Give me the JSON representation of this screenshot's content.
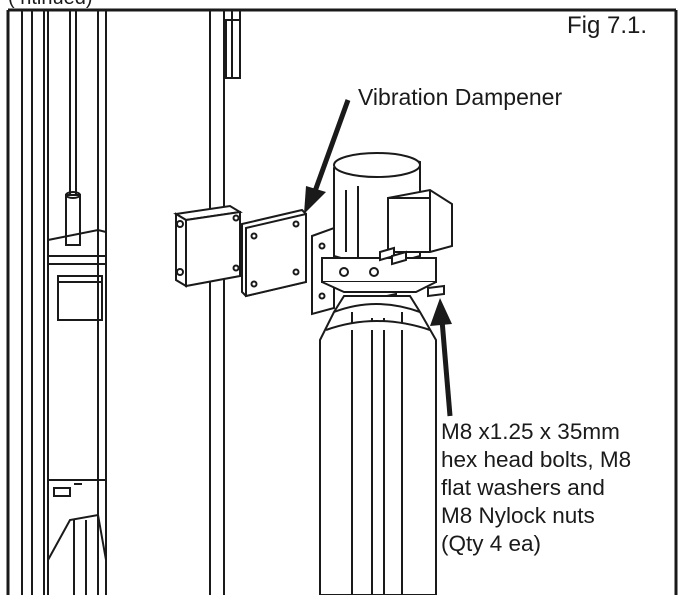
{
  "figure": {
    "label": "Fig 7.1.",
    "cropped_header_fragment": "(   ntinued)",
    "callouts": {
      "vibration_dampener": "Vibration Dampener",
      "hardware": [
        "M8 x1.25 x 35mm",
        "hex head bolts, M8",
        "flat washers and",
        "M8 Nylock nuts",
        "(Qty 4 ea)"
      ]
    },
    "parts": [
      "frame-column",
      "mounting-bracket",
      "vibration-dampener-plate",
      "motor",
      "motor-base",
      "pump-body",
      "bolts"
    ]
  }
}
